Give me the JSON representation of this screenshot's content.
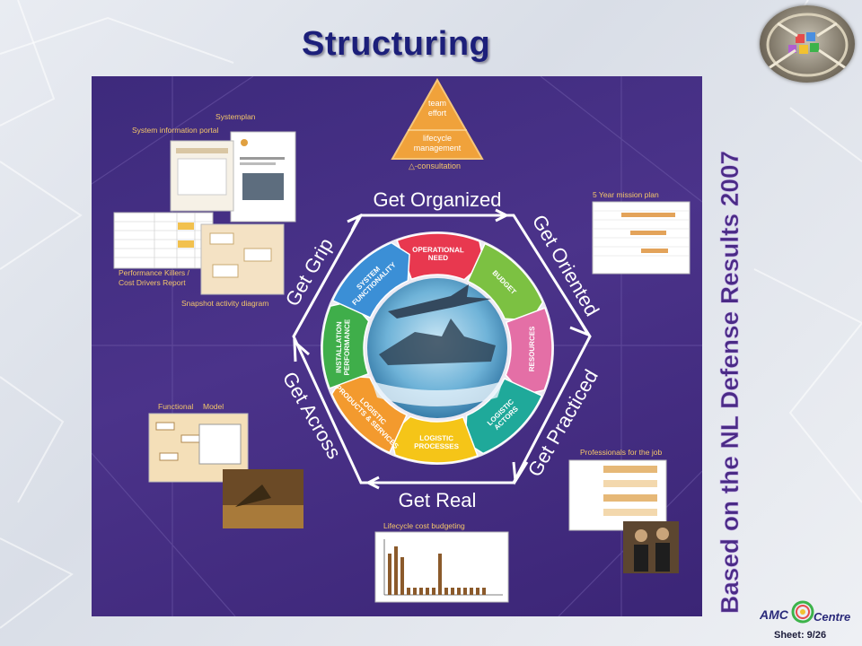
{
  "title": "Structuring",
  "side_banner": "Based on the NL Defense Results 2007",
  "sheet": "Sheet: 9/26",
  "amc_logo": {
    "part1": "AMC",
    "part2": "Centre"
  },
  "triangle": {
    "top": "team",
    "top2": "effort",
    "mid": "lifecycle",
    "mid2": "management",
    "below": "△-consultation"
  },
  "hexagon_labels": {
    "top": "Get Organized",
    "top_right": "Get Oriented",
    "bottom_right": "Get Practiced",
    "bottom": "Get Real",
    "bottom_left": "Get Across",
    "top_left": "Get Grip"
  },
  "wheel_segments": [
    {
      "label1": "OPERATIONAL",
      "label2": "NEED",
      "color": "#e8384f"
    },
    {
      "label1": "BUDGET",
      "label2": "",
      "color": "#7cc142"
    },
    {
      "label1": "RESOURCES",
      "label2": "",
      "color": "#e46fa6"
    },
    {
      "label1": "LOGISTIC",
      "label2": "ACTORS",
      "color": "#1fa99a"
    },
    {
      "label1": "LOGISTIC",
      "label2": "PROCESSES",
      "color": "#f5c518"
    },
    {
      "label1": "LOGISTIC",
      "label2": "PRODUCTS & SERVICES",
      "color": "#f39a2e"
    },
    {
      "label1": "INSTALLATION",
      "label2": "PERFORMANCE",
      "color": "#3fae4a"
    },
    {
      "label1": "SYSTEM",
      "label2": "FUNCTIONALITY",
      "color": "#3b8fd6"
    }
  ],
  "callouts": {
    "systemplan": "Systemplan",
    "system_info_portal": "System information portal",
    "perf_killers": "Performance Killers /",
    "cost_drivers": "Cost Drivers Report",
    "snapshot": "Snapshot activity diagram",
    "functional": "Functional",
    "functional_model": "Model",
    "mission_plan": "5 Year mission plan",
    "professionals": "Professionals for the job",
    "lifecycle_cost": "Lifecycle cost budgeting"
  },
  "colors": {
    "panel": "#43307f",
    "title": "#1c1f7a",
    "banner": "#4a2a86",
    "callout": "#f4c66a"
  }
}
